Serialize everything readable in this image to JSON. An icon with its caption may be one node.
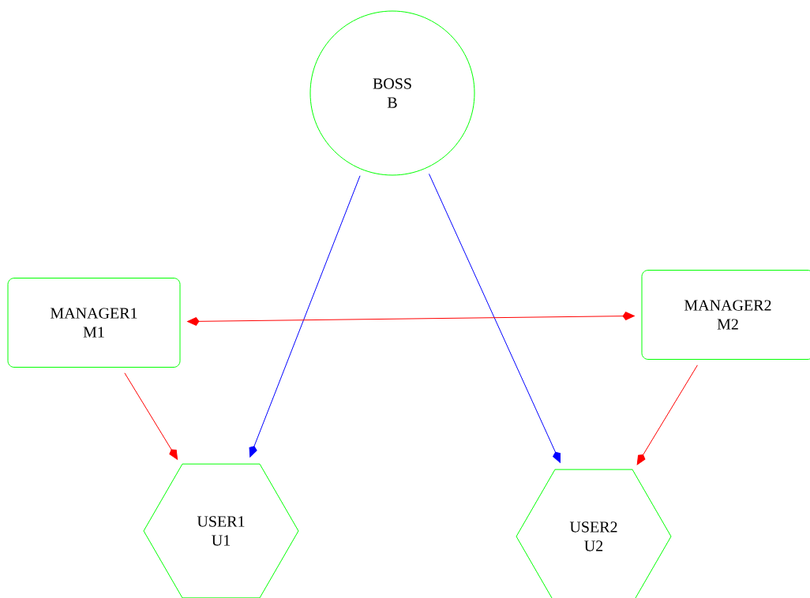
{
  "diagram": {
    "nodes": [
      {
        "text": [
          "BOSS",
          "B"
        ]
      },
      {
        "text": [
          "MANAGER1",
          "M1"
        ]
      },
      {
        "text": [
          "MANAGER2",
          "M2"
        ]
      },
      {
        "text": [
          "USER1",
          "U1"
        ]
      },
      {
        "text": [
          "USER2",
          "U2"
        ]
      }
    ],
    "edges": [
      {
        "from": 0,
        "to": 3,
        "arrow": "to",
        "color": "#0000ff"
      },
      {
        "from": 0,
        "to": 4,
        "arrow": "to",
        "color": "#0000ff"
      },
      {
        "from": 1,
        "to": 2,
        "arrow": "both"
      },
      {
        "from": 1,
        "to": 3,
        "arrow": "to"
      },
      {
        "from": 2,
        "to": 4,
        "arrow": "to"
      }
    ]
  }
}
